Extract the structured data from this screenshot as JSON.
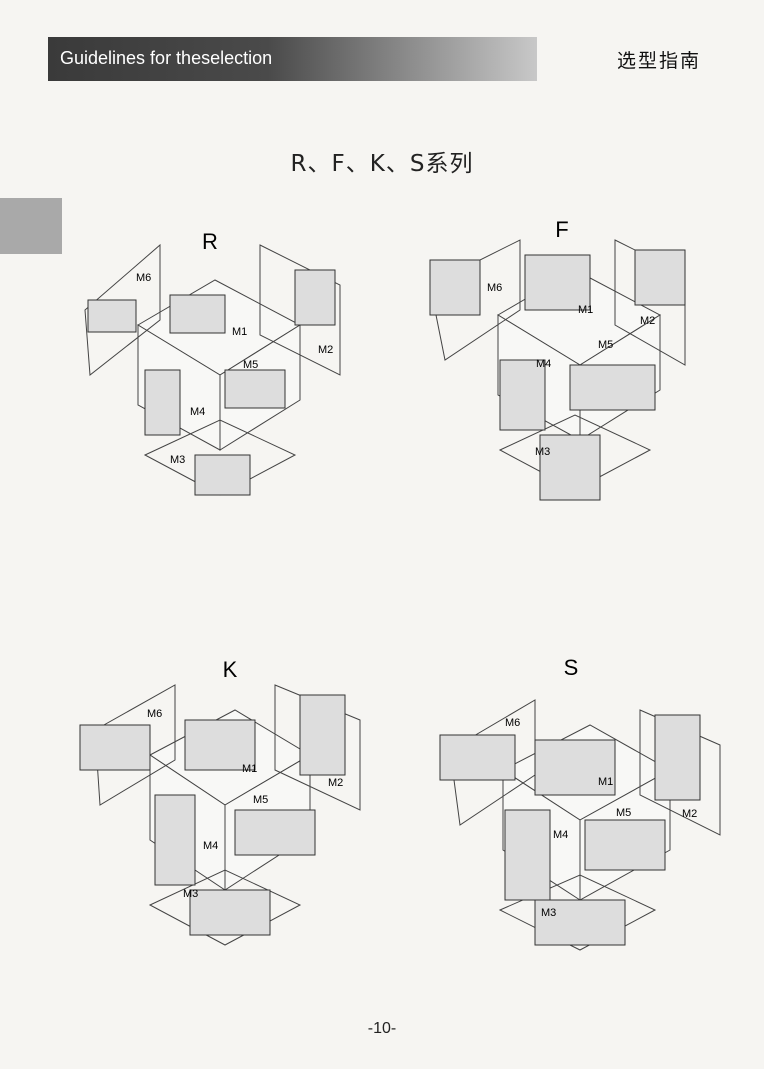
{
  "header": {
    "title": "Guidelines for theselection",
    "title_cn": "选型指南"
  },
  "series_title": "R、F、K、S系列",
  "diagrams": [
    {
      "name": "R",
      "labels": {
        "M1": "M1",
        "M2": "M2",
        "M3": "M3",
        "M4": "M4",
        "M5": "M5",
        "M6": "M6"
      }
    },
    {
      "name": "F",
      "labels": {
        "M1": "M1",
        "M2": "M2",
        "M3": "M3",
        "M4": "M4",
        "M5": "M5",
        "M6": "M6"
      }
    },
    {
      "name": "K",
      "labels": {
        "M1": "M1",
        "M2": "M2",
        "M3": "M3",
        "M4": "M4",
        "M5": "M5",
        "M6": "M6"
      }
    },
    {
      "name": "S",
      "labels": {
        "M1": "M1",
        "M2": "M2",
        "M3": "M3",
        "M4": "M4",
        "M5": "M5",
        "M6": "M6"
      }
    }
  ],
  "page_number": "-10-"
}
